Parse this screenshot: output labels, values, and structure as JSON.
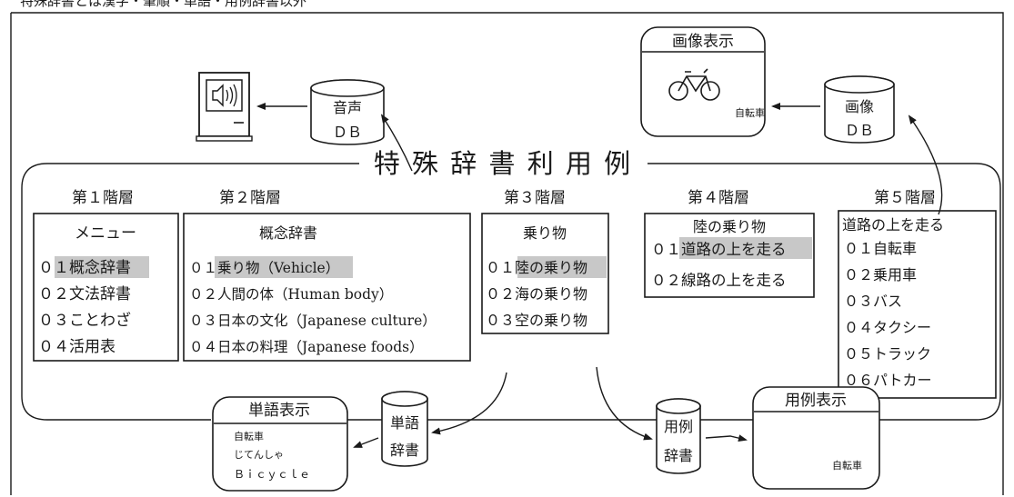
{
  "top_caption": "特殊辞書とは漢字・筆順・単語・用例辞書以外",
  "main_title": "特 殊 辞 書 利 用 例",
  "layers": [
    {
      "label": "第１階層",
      "header": "メニュー",
      "items": [
        "０１概念辞書",
        "０２文法辞書",
        "０３ことわざ",
        "０４活用表"
      ],
      "highlight": 0
    },
    {
      "label": "第２階層",
      "header": "概念辞書",
      "items": [
        "０１乗り物（Vehicle）",
        "０２人間の体（Human body）",
        "０３日本の文化（Japanese culture）",
        "０４日本の料理（Japanese foods）"
      ],
      "highlight": 0
    },
    {
      "label": "第３階層",
      "header": "乗り物",
      "items": [
        "０１陸の乗り物",
        "０２海の乗り物",
        "０３空の乗り物"
      ],
      "highlight": 0
    },
    {
      "label": "第４階層",
      "header": "陸の乗り物",
      "items": [
        "０１道路の上を走る",
        "０２線路の上を走る"
      ],
      "highlight": 0
    },
    {
      "label": "第５階層",
      "header": "道路の上を走る",
      "items": [
        "０１自転車",
        "０２乗用車",
        "０３バス",
        "０４タクシー",
        "０５トラック",
        "０６パトカー"
      ],
      "highlight": -1
    }
  ],
  "sound_db": {
    "line1": "音声",
    "line2": "ＤＢ"
  },
  "image_db": {
    "line1": "画像",
    "line2": "ＤＢ"
  },
  "image_display": {
    "title": "画像表示",
    "caption": "自転車"
  },
  "word_dict": {
    "line1": "単語",
    "line2": "辞書"
  },
  "word_display": {
    "title": "単語表示",
    "lines": [
      "自転車",
      "じてんしゃ",
      "Ｂｉｃｙｃｌｅ"
    ]
  },
  "example_dict": {
    "line1": "用例",
    "line2": "辞書"
  },
  "example_display": {
    "title": "用例表示",
    "caption": "自転車"
  },
  "icons": [
    "computer-speaker-icon",
    "bicycle-icon"
  ]
}
